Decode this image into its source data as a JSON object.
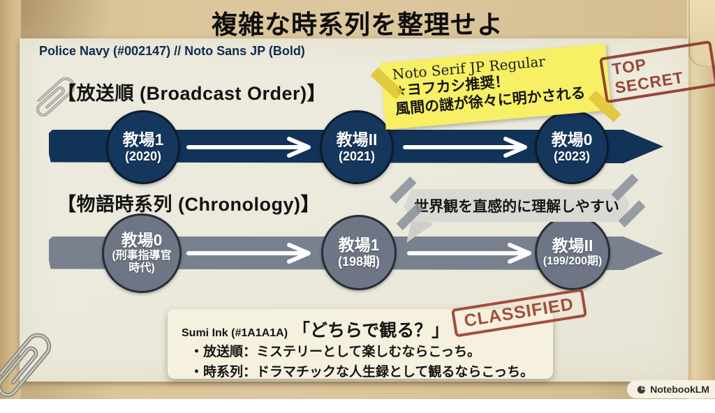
{
  "header": {
    "title": "複雑な時系列を整理せよ"
  },
  "font_note": {
    "label": "Police Navy (#002147) // Noto Sans JP (Bold)"
  },
  "stamps": {
    "top_secret": "TOP SECRET",
    "classified": "CLASSIFIED"
  },
  "broadcast": {
    "heading": "【放送順 (Broadcast Order)】",
    "nodes": [
      {
        "title": "教場1",
        "sub": "(2020)"
      },
      {
        "title": "教場II",
        "sub": "(2021)"
      },
      {
        "title": "教場0",
        "sub": "(2023)"
      }
    ]
  },
  "chronology": {
    "heading": "【物語時系列 (Chronology)】",
    "nodes": [
      {
        "title": "教場0",
        "sub": "(刑事指導官",
        "sub2": "時代)"
      },
      {
        "title": "教場1",
        "sub": "(198期)"
      },
      {
        "title": "教場II",
        "sub": "(199/200期)"
      }
    ]
  },
  "sticky_note": {
    "line1": "Noto Serif JP Regular",
    "line2": "★ヨフカシ推奨！",
    "line3": "風間の謎が徐々に明かされる"
  },
  "speech_bubble": {
    "text": "世界観を直感的に理解しやすい"
  },
  "bottom_box": {
    "label": "Sumi Ink (#1A1A1A)",
    "question": "「どちらで観る？」",
    "bullet1": "・放送順：ミステリーとして楽しむならこっち。",
    "bullet2": "・時系列：ドラマチックな人生録として観るならこっち。"
  },
  "footer": {
    "brand": "NotebookLM"
  },
  "colors": {
    "police_navy": "#002147",
    "sumi_ink": "#1A1A1A",
    "slate_gray": "#79818F",
    "note_yellow": "#F7EF64",
    "stamp_red": "#8E3A2B",
    "paper": "#ECEADD",
    "manila": "#D9C298"
  }
}
